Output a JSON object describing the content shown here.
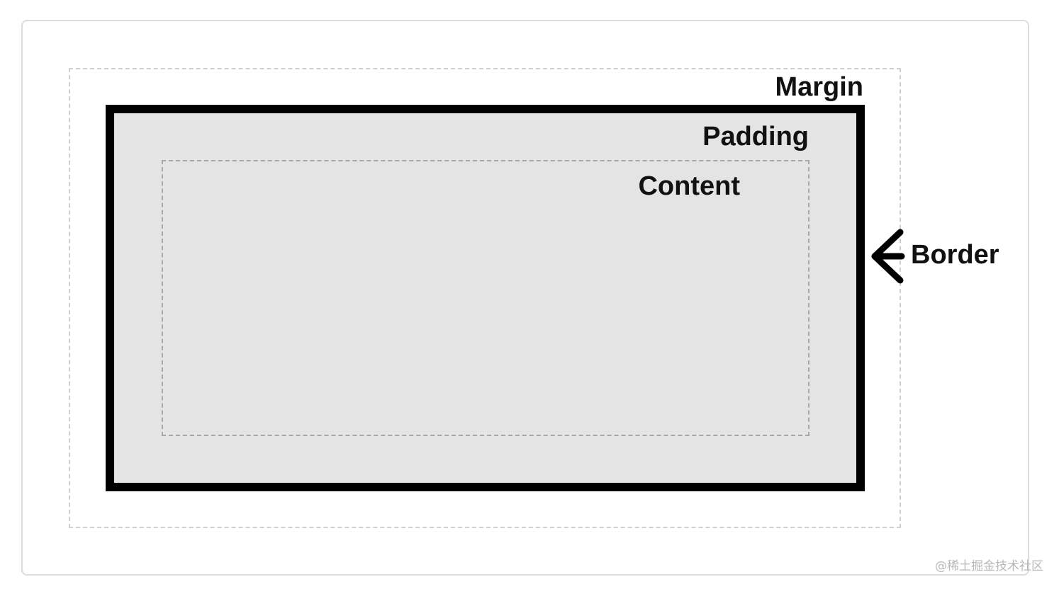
{
  "diagram": {
    "labels": {
      "margin": "Margin",
      "padding": "Padding",
      "content": "Content",
      "border": "Border"
    },
    "arrow_icon": "left-arrow-icon",
    "colors": {
      "border": "#000000",
      "padding_fill": "#e4e4e4",
      "margin_outline": "#cfcfcf",
      "content_outline": "#a8a8a8"
    }
  },
  "watermark": "@稀土掘金技术社区"
}
